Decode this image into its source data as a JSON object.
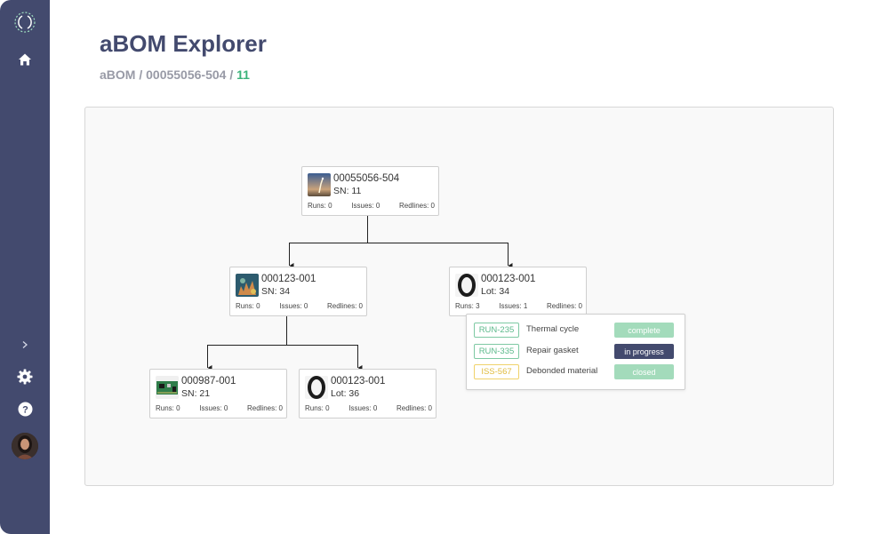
{
  "app": {
    "title": "aBOM Explorer"
  },
  "breadcrumb": {
    "root": "aBOM",
    "sep1": " / ",
    "part": "00055056-504",
    "sep2": " / ",
    "current": "11"
  },
  "sidebar": {
    "icons": [
      "logo-icon",
      "home-icon",
      "chevron-right-icon",
      "gear-icon",
      "help-icon",
      "avatar"
    ]
  },
  "tree": {
    "root": {
      "part": "00055056-504",
      "serial": "SN: 11",
      "runs": "Runs: 0",
      "issues": "Issues: 0",
      "redlines": "Redlines: 0",
      "thumb": "rocket-launch-thumbnail"
    },
    "level1": [
      {
        "part": "000123-001",
        "serial": "SN: 34",
        "runs": "Runs: 0",
        "issues": "Issues: 0",
        "redlines": "Redlines: 0",
        "thumb": "coral-thumbnail"
      },
      {
        "part": "000123-001",
        "serial": "Lot: 34",
        "runs": "Runs: 3",
        "issues": "Issues: 1",
        "redlines": "Redlines: 0",
        "thumb": "o-ring-thumbnail"
      }
    ],
    "level2": [
      {
        "part": "000987-001",
        "serial": "SN: 21",
        "runs": "Runs: 0",
        "issues": "Issues: 0",
        "redlines": "Redlines: 0",
        "thumb": "circuit-board-thumbnail"
      },
      {
        "part": "000123-001",
        "serial": "Lot: 36",
        "runs": "Runs: 0",
        "issues": "Issues: 0",
        "redlines": "Redlines: 0",
        "thumb": "o-ring-thumbnail"
      }
    ]
  },
  "popup": {
    "rows": [
      {
        "id": "RUN-235",
        "kind": "run",
        "desc": "Thermal cycle",
        "status": "complete"
      },
      {
        "id": "RUN-335",
        "kind": "run",
        "desc": "Repair gasket",
        "status": "in progress"
      },
      {
        "id": "ISS-567",
        "kind": "issue",
        "desc": "Debonded material",
        "status": "closed"
      }
    ]
  },
  "colors": {
    "sidebar": "#434a6e",
    "accent": "#3bb37a",
    "run_tag": "#5cb98b",
    "issue_tag": "#e0bb3d",
    "status_done": "#a3dbbb",
    "status_progress": "#434a6e"
  }
}
